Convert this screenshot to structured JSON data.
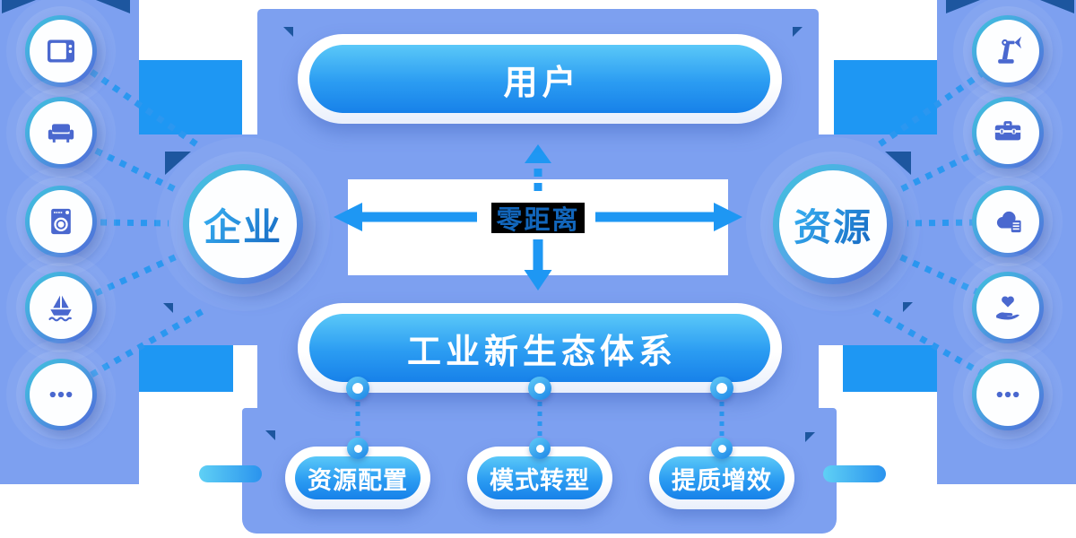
{
  "nodes": {
    "user": {
      "label": "用户"
    },
    "enterprise": {
      "label": "企业"
    },
    "resources": {
      "label": "资源"
    },
    "ecosystem": {
      "label": "工业新生态体系"
    },
    "zero_distance": {
      "label": "零距离"
    },
    "outcomes": [
      {
        "label": "资源配置"
      },
      {
        "label": "模式转型"
      },
      {
        "label": "提质增效"
      }
    ]
  },
  "icons": {
    "left": [
      {
        "name": "tv-icon"
      },
      {
        "name": "sofa-icon"
      },
      {
        "name": "washing-machine-icon"
      },
      {
        "name": "ship-icon"
      },
      {
        "name": "ellipsis-icon"
      }
    ],
    "right": [
      {
        "name": "robot-arm-icon"
      },
      {
        "name": "toolbox-icon"
      },
      {
        "name": "cloud-server-icon"
      },
      {
        "name": "heart-hand-icon"
      },
      {
        "name": "ellipsis-icon"
      }
    ]
  },
  "colors": {
    "panel": "#7da0f0",
    "accent": "#1e97f3",
    "pill_gradient_top": "#5ac8f8",
    "pill_gradient_bottom": "#1781e9",
    "icon_glyph": "#4a68cf",
    "navy_decor": "#1d569f",
    "ring_gradient_start": "#3ec3dd",
    "ring_gradient_end": "#5168d8",
    "zero_distance_bg": "#000000",
    "zero_distance_text": "#1266bb",
    "label_gradient_start": "#3ab5f5",
    "label_gradient_end": "#1565c0"
  }
}
